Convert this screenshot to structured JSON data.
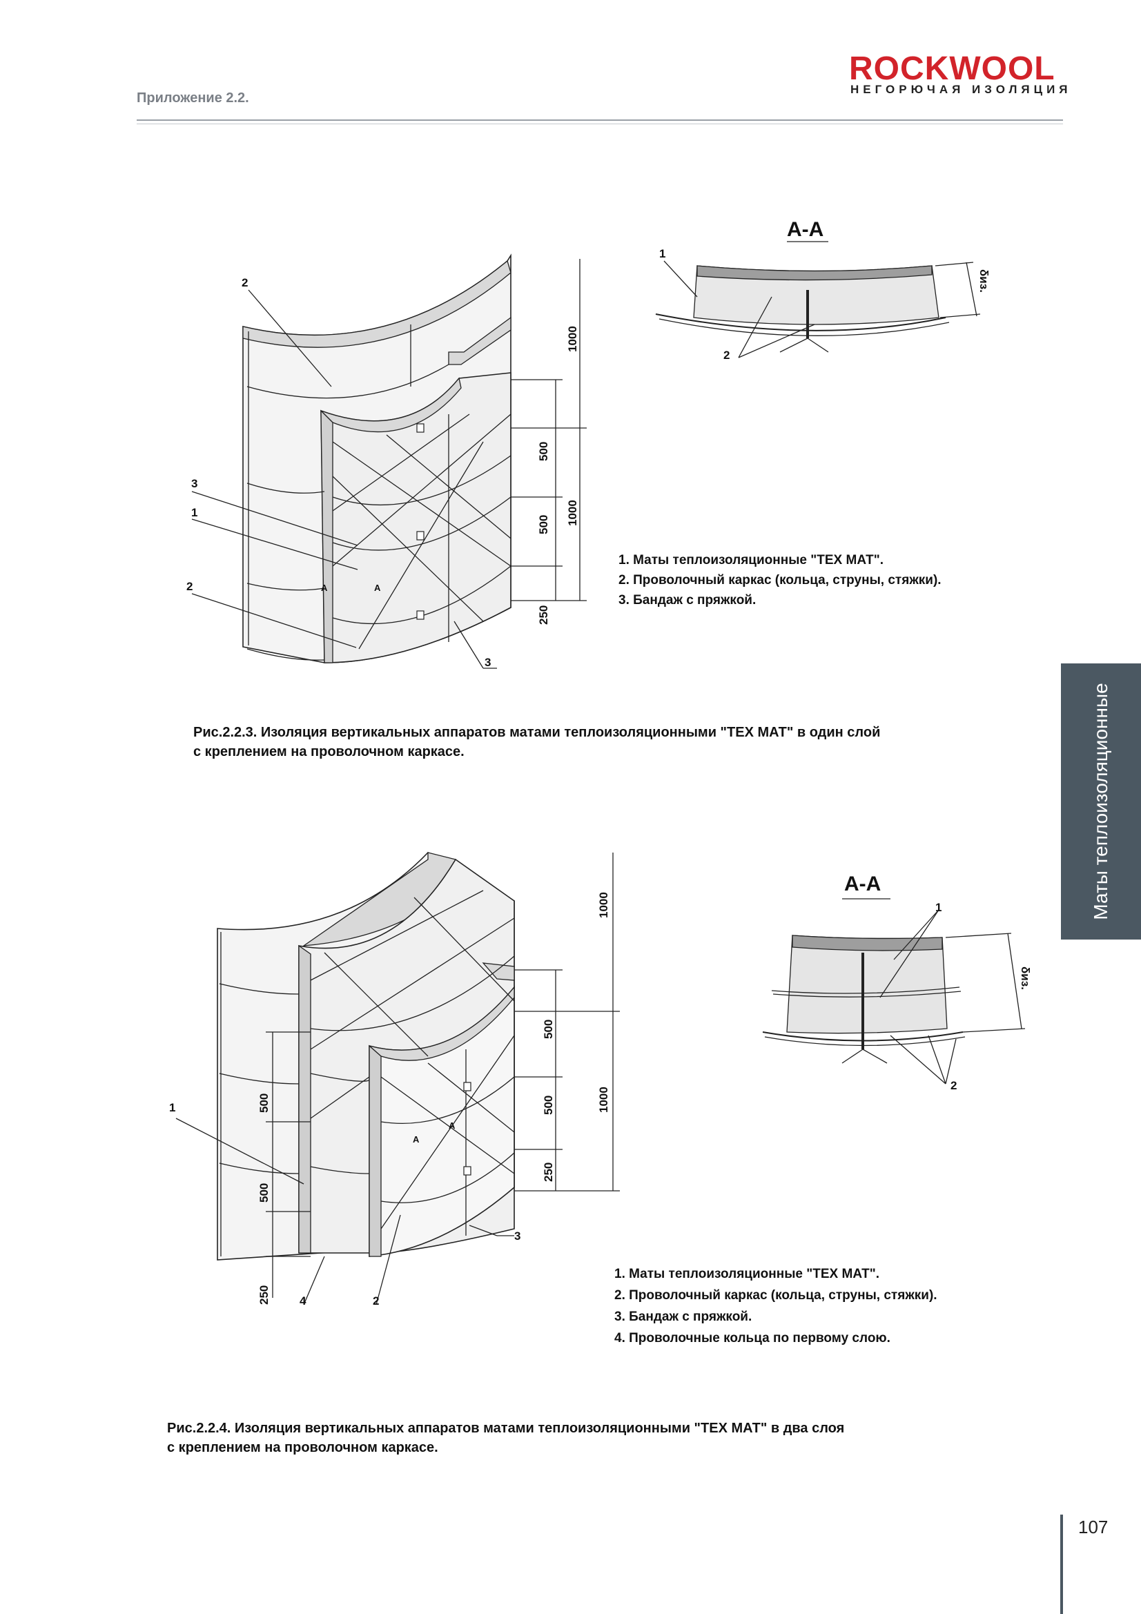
{
  "header": {
    "appendix_label": "Приложение 2.2.",
    "brand": "ROCKWOOL",
    "brand_tagline": "НЕГОРЮЧАЯ ИЗОЛЯЦИЯ",
    "colors": {
      "brand_red": "#d2232a",
      "side_tab": "#4b5862"
    }
  },
  "side_tab": {
    "label": "Маты теплоизоляционные"
  },
  "figure1": {
    "section_title": "А-А",
    "section_callouts": [
      "1",
      "2"
    ],
    "thickness_label": "δиз.",
    "callouts": {
      "c2_top": "2",
      "c3": "3",
      "c1": "1",
      "c2_bottom": "2",
      "c3_bottom": "3",
      "section_mark_left": "А",
      "section_mark_right": "А"
    },
    "dimensions": {
      "d1000_top": "1000",
      "d500_a": "500",
      "d500_b": "500",
      "d1000_bottom": "1000",
      "d250": "250"
    },
    "legend": [
      "1. Маты теплоизоляционные \"ТЕХ МАТ\".",
      "2. Проволочный каркас (кольца, струны, стяжки).",
      "3. Бандаж с пряжкой."
    ],
    "caption": [
      "Рис.2.2.3. Изоляция вертикальных аппаратов матами теплоизоляционными \"ТЕХ МАТ\" в один слой",
      "с креплением на проволочном каркасе."
    ]
  },
  "figure2": {
    "section_title": "А-А",
    "section_callouts": [
      "1",
      "2"
    ],
    "thickness_label": "δиз.",
    "callouts": {
      "c1": "1",
      "c4": "4",
      "c2": "2",
      "c3": "3",
      "section_mark_left": "А",
      "section_mark_right": "А"
    },
    "dimensions": {
      "d1000_top": "1000",
      "d500_a": "500",
      "d500_b": "500",
      "d1000_bottom": "1000",
      "d250_right": "250",
      "d500_left_a": "500",
      "d500_left_b": "500",
      "d250_left": "250"
    },
    "legend": [
      "1. Маты теплоизоляционные \"ТЕХ МАТ\".",
      "2. Проволочный каркас (кольца, струны, стяжки).",
      "3. Бандаж с пряжкой.",
      "4. Проволочные кольца по первому слою."
    ],
    "caption": [
      "Рис.2.2.4. Изоляция вертикальных аппаратов матами теплоизоляционными \"ТЕХ МАТ\" в два слоя",
      "с креплением на проволочном каркасе."
    ]
  },
  "page_number": "107"
}
